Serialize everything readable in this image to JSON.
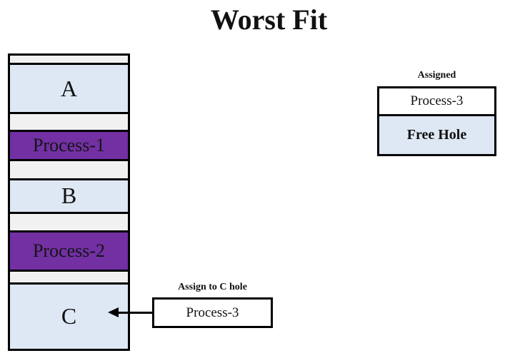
{
  "title": "Worst Fit",
  "colors": {
    "process_fill": "#7230a3",
    "free_hole_fill": "#dee8f4",
    "strip_fill": "#f1f1f1",
    "border": "#000000",
    "background": "#ffffff"
  },
  "memory_column": {
    "segments": [
      {
        "label": "",
        "kind": "strip",
        "height": 10
      },
      {
        "label": "A",
        "kind": "free",
        "height": 66
      },
      {
        "label": "",
        "kind": "strip",
        "height": 22
      },
      {
        "label": "Process-1",
        "kind": "process",
        "height": 38
      },
      {
        "label": "",
        "kind": "strip",
        "height": 24
      },
      {
        "label": "B",
        "kind": "free",
        "height": 43
      },
      {
        "label": "",
        "kind": "strip",
        "height": 23
      },
      {
        "label": "Process-2",
        "kind": "process",
        "height": 52
      },
      {
        "label": "",
        "kind": "strip",
        "height": 15
      },
      {
        "label": "C",
        "kind": "free",
        "height": 90
      }
    ]
  },
  "legend": {
    "title": "Assigned",
    "rows": [
      {
        "label": "Process-3",
        "kind": "assigned"
      },
      {
        "label": "Free Hole",
        "kind": "free"
      }
    ]
  },
  "assignment": {
    "caption": "Assign to C hole",
    "box_label": "Process-3",
    "arrow_direction": "left",
    "target": "C"
  }
}
